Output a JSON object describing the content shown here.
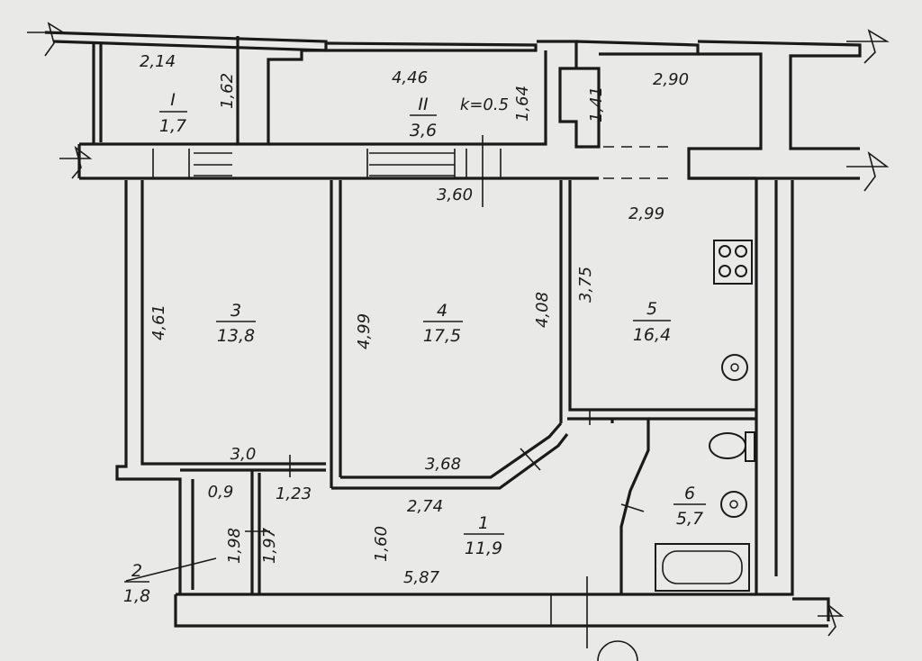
{
  "plan": {
    "balconies": [
      {
        "number": "I",
        "area": "1,7",
        "width": "2,14",
        "depth": "1,62"
      },
      {
        "number": "II",
        "area": "3,6",
        "width": "4,46",
        "depth": "1,64",
        "coefficient": "k=0.5"
      }
    ],
    "rooms": [
      {
        "number": "1",
        "area": "11,9"
      },
      {
        "number": "2",
        "area": "1,8"
      },
      {
        "number": "3",
        "area": "13,8"
      },
      {
        "number": "4",
        "area": "17,5"
      },
      {
        "number": "5",
        "area": "16,4"
      },
      {
        "number": "6",
        "area": "5,7"
      }
    ],
    "dimensions": {
      "loggia_corner_width": "2,90",
      "loggia_corner_depth": "1,41",
      "room4_top_width": "3,60",
      "room5_width": "2,99",
      "room3_height": "4,61",
      "room4_height_left": "4,99",
      "room4_height_right": "4,08",
      "room5_height": "3,75",
      "room3_width": "3,0",
      "room4_bottom_width": "3,68",
      "room2_width": "0,9",
      "hall_left_width": "1,23",
      "hall_corridor_width": "2,74",
      "room2_height": "1,98",
      "hall_left_height": "1,97",
      "hall_height": "1,60",
      "hall_length": "5,87"
    }
  },
  "colors": {
    "line": "#1a1a1a",
    "paper": "#e9e9e7"
  },
  "icons": [
    "stove-icon",
    "kitchen-sink-icon",
    "toilet-icon",
    "washbasin-icon",
    "bathtub-icon",
    "break-line-icon"
  ]
}
